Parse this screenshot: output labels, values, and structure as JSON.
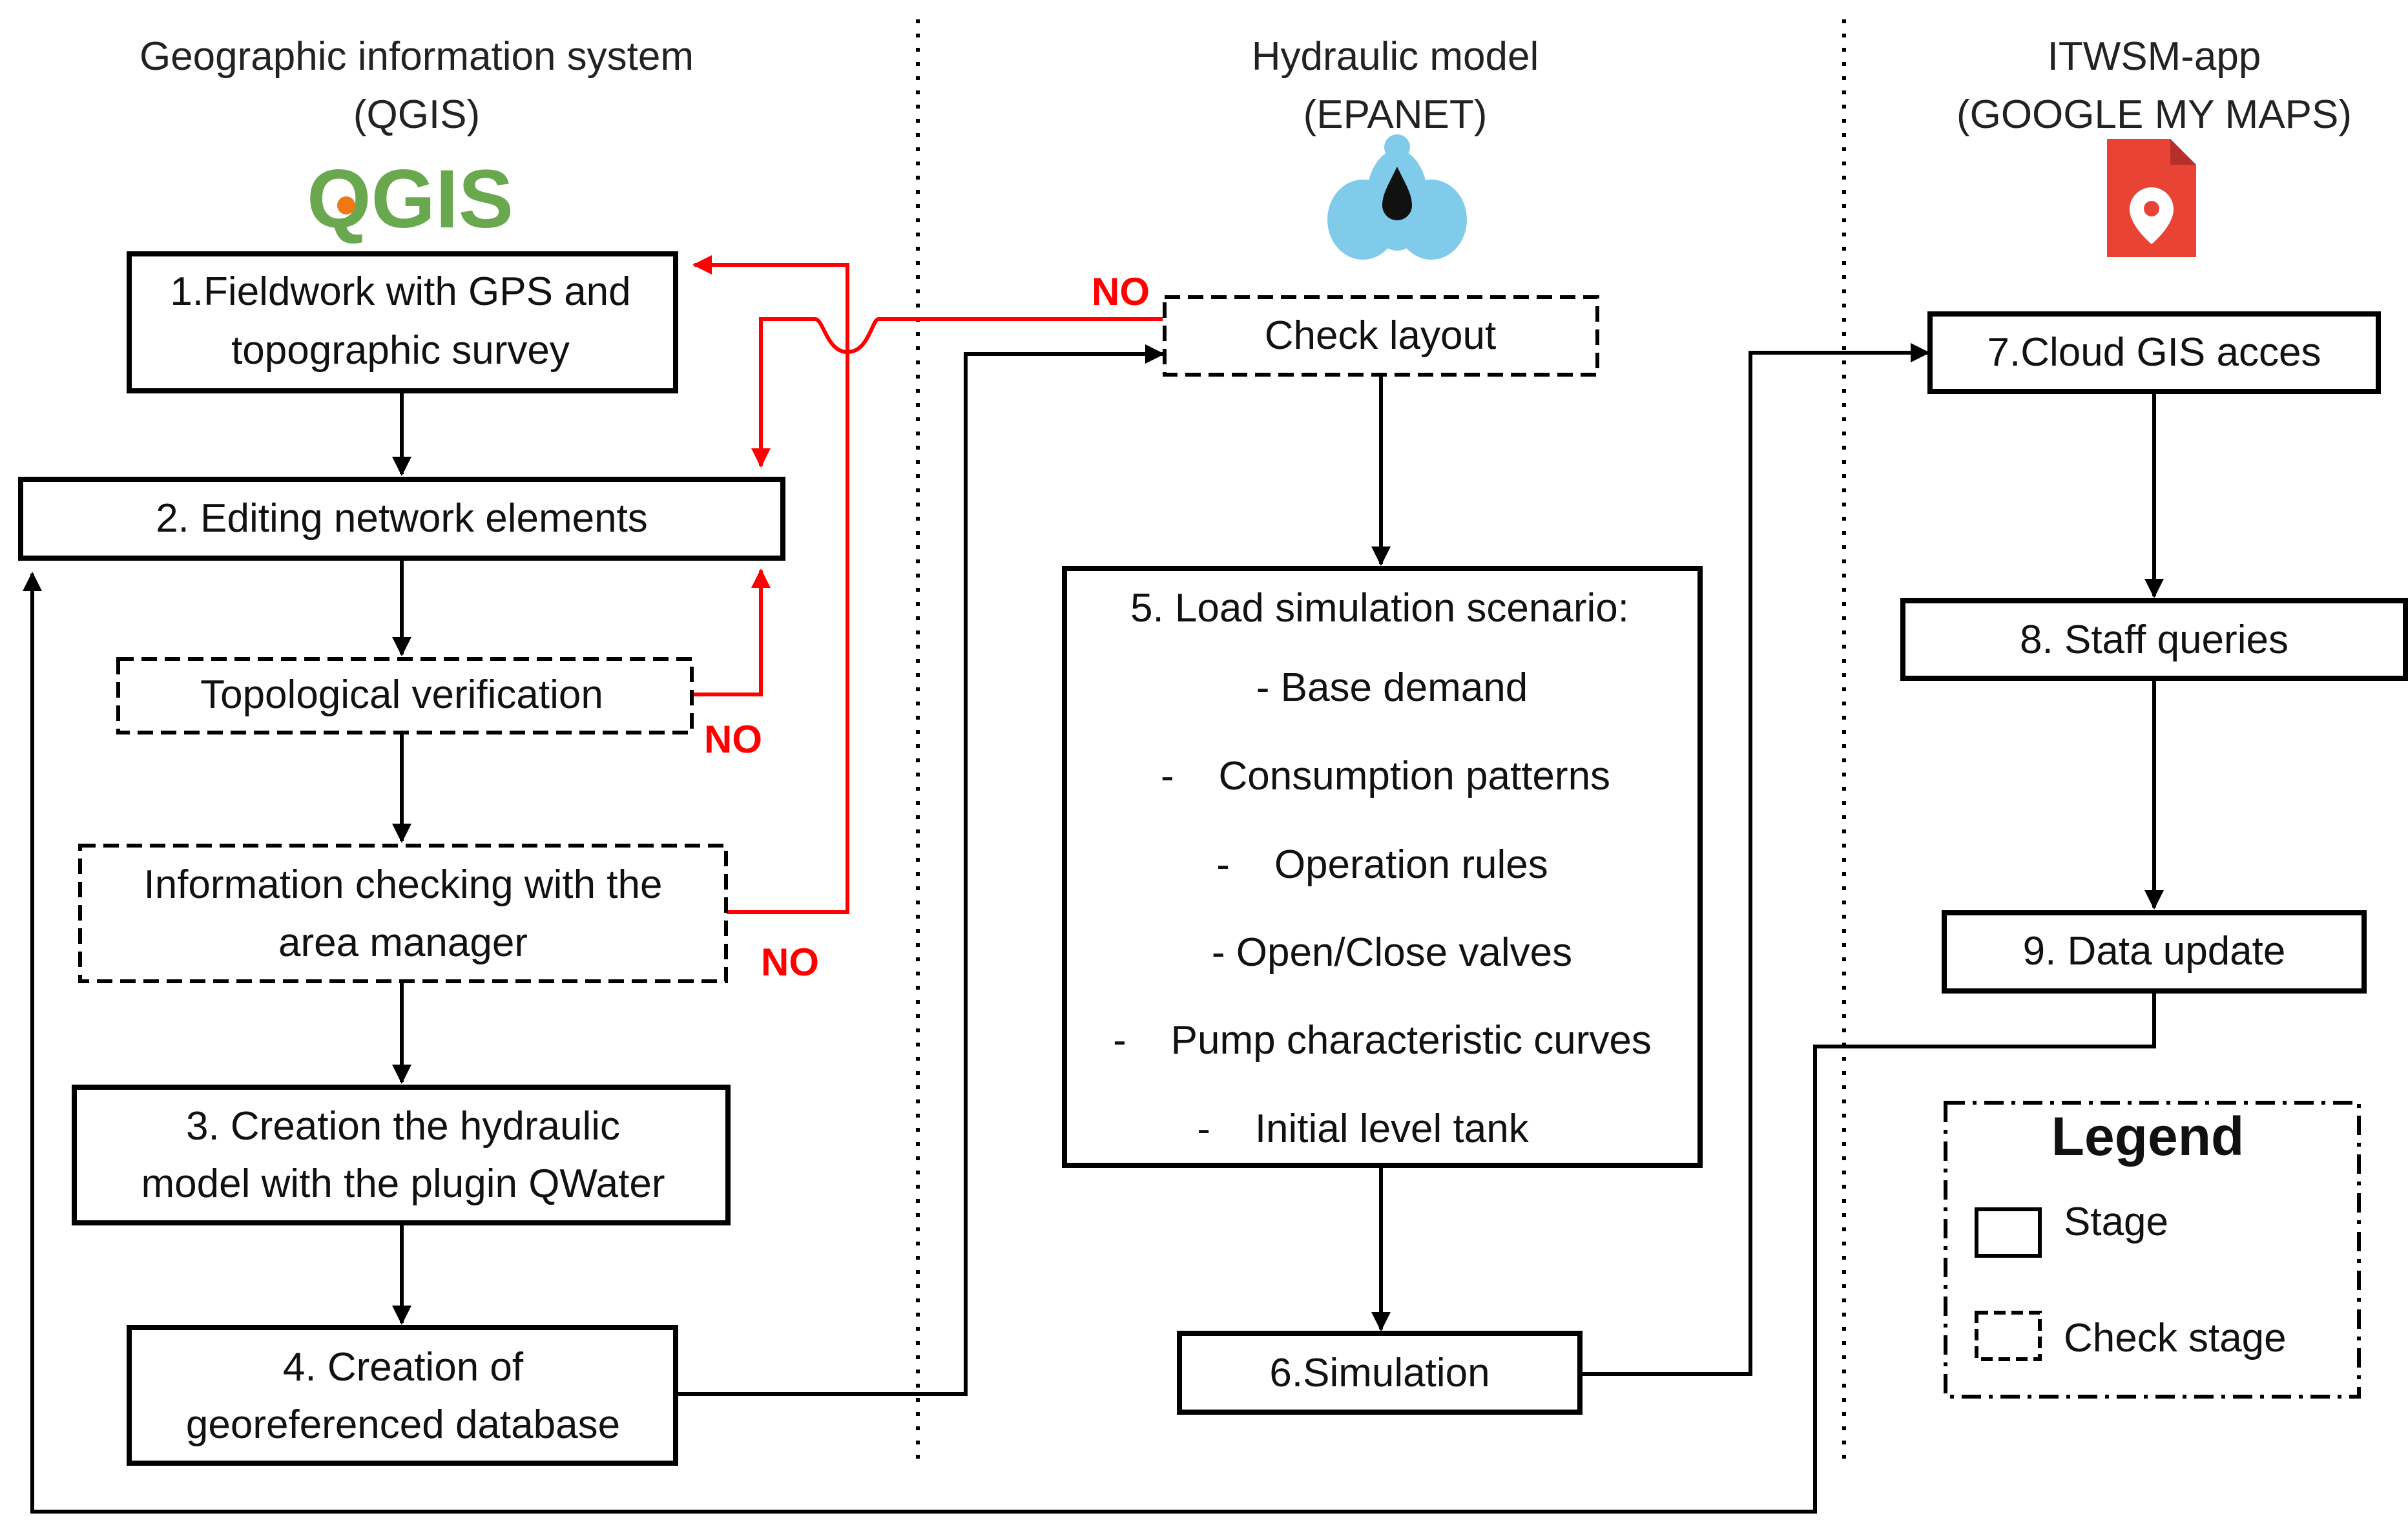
{
  "headers": {
    "gis": {
      "line1": "Geographic information system",
      "line2": "(QGIS)"
    },
    "hydraulic": {
      "line1": "Hydraulic model",
      "line2": "(EPANET)"
    },
    "app": {
      "line1": "ITWSM-app",
      "line2": "(GOOGLE MY MAPS)"
    }
  },
  "logos": {
    "qgis": "QGIS"
  },
  "stages": {
    "s1": {
      "line1": "1.Fieldwork with GPS and",
      "line2": "topographic survey"
    },
    "s2": {
      "line1": "2. Editing network elements"
    },
    "topo": {
      "line1": "Topological verification"
    },
    "info": {
      "line1": "Information checking with the",
      "line2": "area manager"
    },
    "s3": {
      "line1": "3. Creation the hydraulic",
      "line2": "model with the plugin QWater"
    },
    "s4": {
      "line1": "4. Creation of",
      "line2": "georeferenced database"
    },
    "check": {
      "line1": "Check layout"
    },
    "s5": {
      "title": "5. Load simulation scenario:",
      "items": [
        "- Base demand",
        "-    Consumption patterns",
        "-    Operation rules",
        "- Open/Close valves",
        "-    Pump characteristic curves",
        "-    Initial level tank"
      ]
    },
    "s6": {
      "line1": "6.Simulation"
    },
    "s7": {
      "line1": "7.Cloud GIS acces"
    },
    "s8": {
      "line1": "8. Staff queries"
    },
    "s9": {
      "line1": "9. Data update"
    }
  },
  "no_labels": {
    "check": "NO",
    "topo": "NO",
    "info": "NO"
  },
  "legend": {
    "title": "Legend",
    "stage": "Stage",
    "check_stage": "Check stage"
  },
  "colors": {
    "feedback": "#ff0000",
    "line": "#000000",
    "qgis_green": "#6aa84f",
    "epanet_blue": "#7fcbe9",
    "maps_red": "#e94335"
  }
}
